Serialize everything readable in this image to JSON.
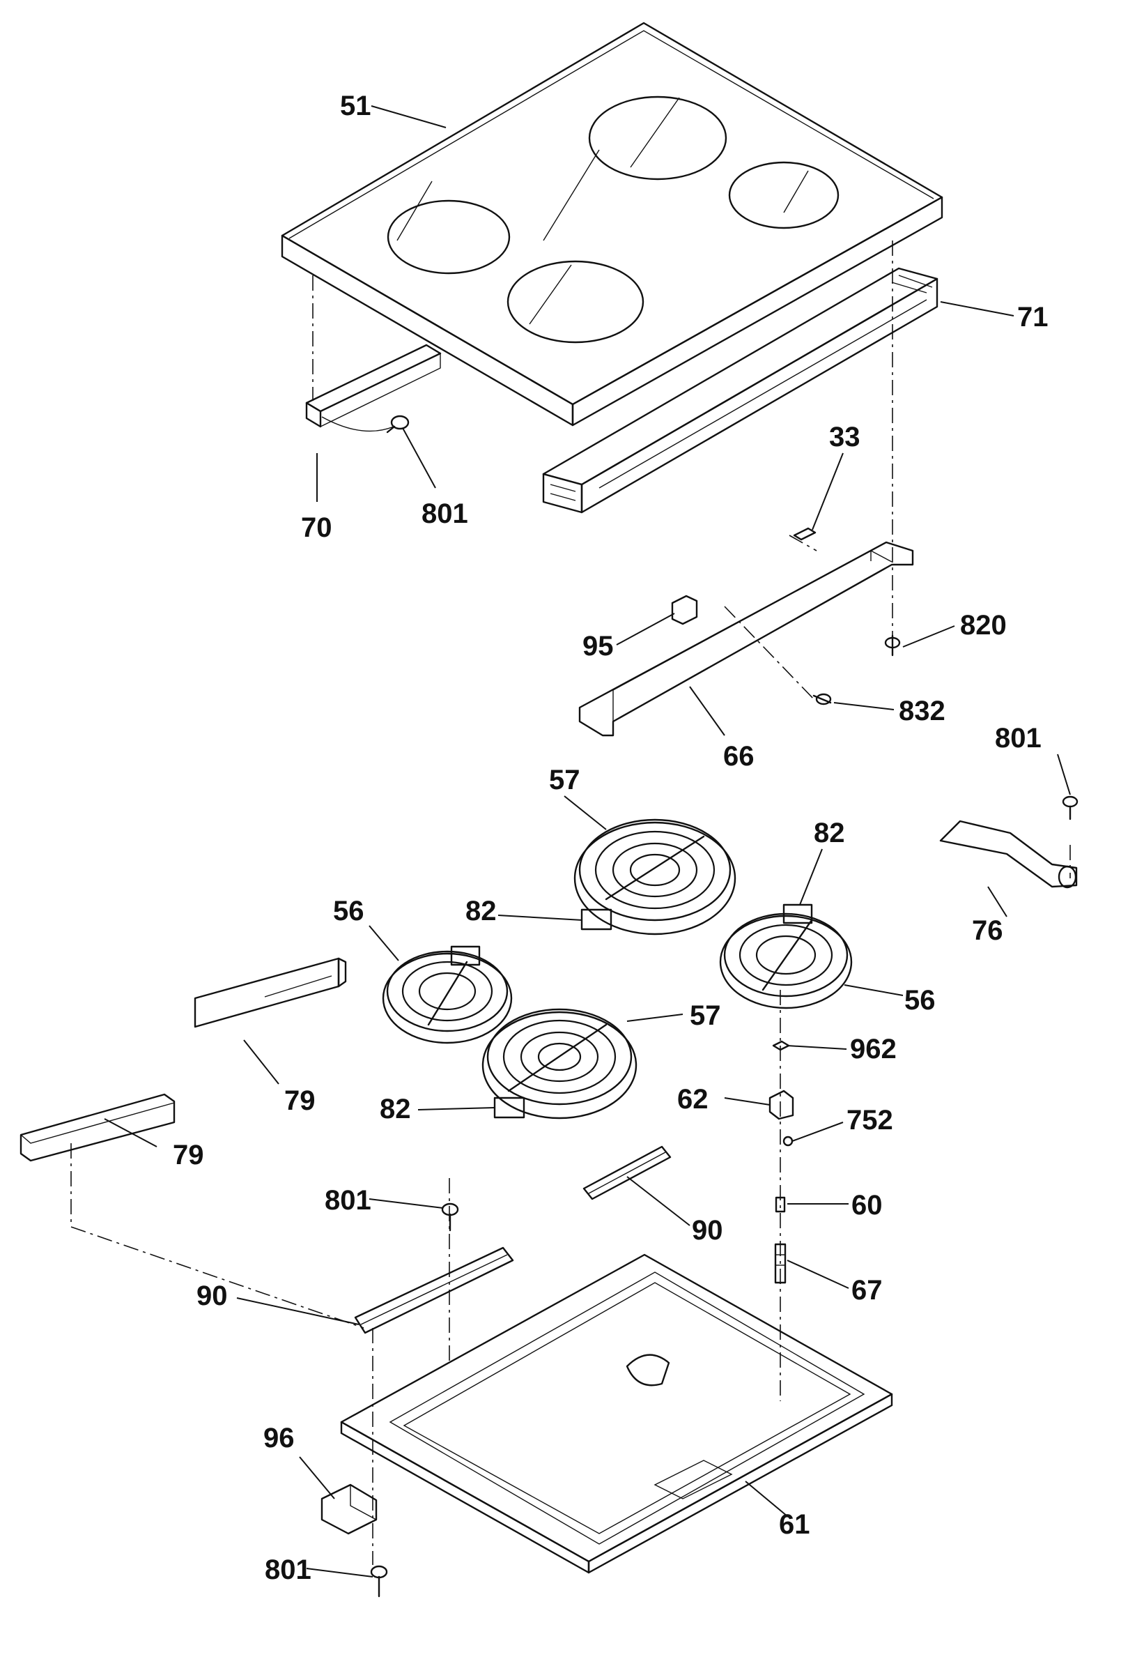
{
  "callouts": {
    "c51": "51",
    "c71": "71",
    "c70": "70",
    "c801_top": "801",
    "c33": "33",
    "c95": "95",
    "c820": "820",
    "c832": "832",
    "c66": "66",
    "c801_right": "801",
    "c57_top": "57",
    "c82_right": "82",
    "c56_left": "56",
    "c82_mid": "82",
    "c76": "76",
    "c56_right": "56",
    "c57_bottom": "57",
    "c962": "962",
    "c79_upper": "79",
    "c62": "62",
    "c752": "752",
    "c82_bottom": "82",
    "c79_lower": "79",
    "c801_left": "801",
    "c60": "60",
    "c90_right": "90",
    "c67": "67",
    "c90_left": "90",
    "c96": "96",
    "c61": "61",
    "c801_bottom": "801"
  }
}
